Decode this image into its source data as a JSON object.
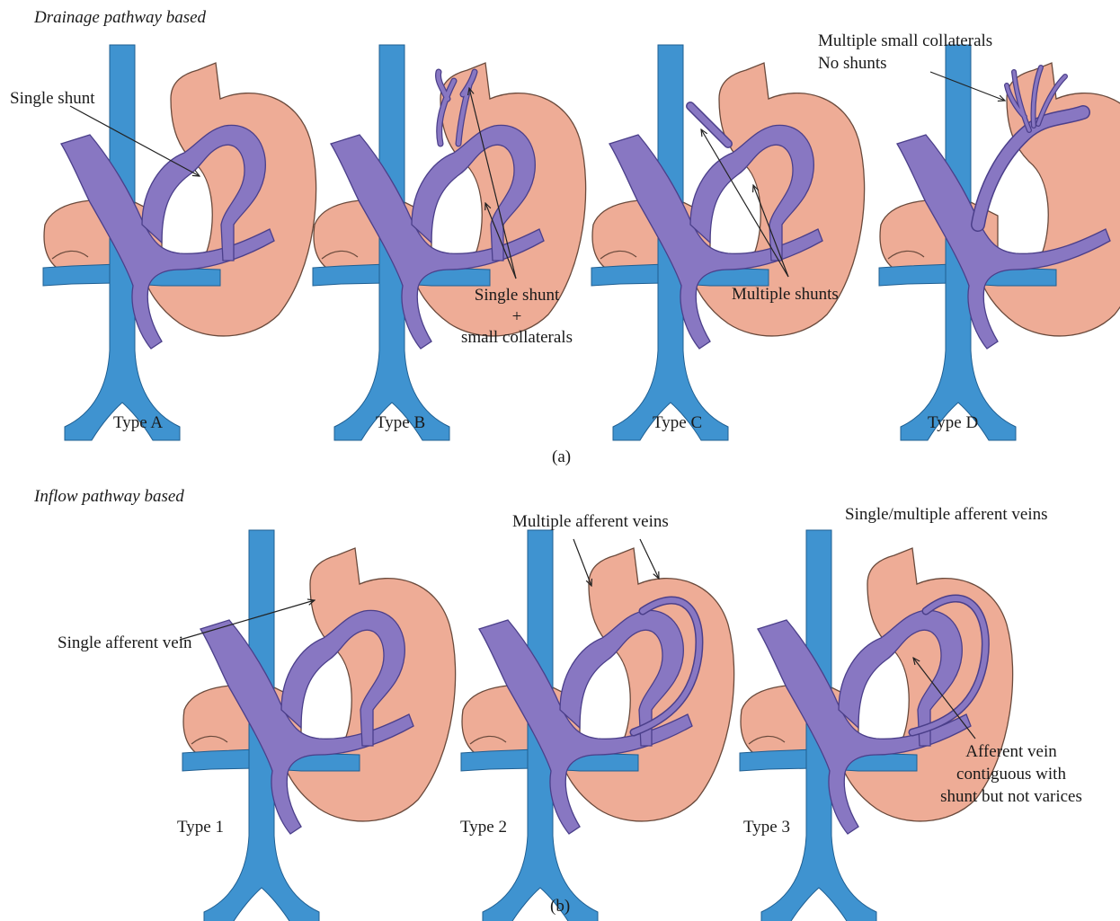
{
  "panel_a": {
    "heading": "Drainage pathway based",
    "caption": "(a)",
    "types": [
      "Type A",
      "Type B",
      "Type C",
      "Type D"
    ],
    "callouts": {
      "single_shunt": "Single shunt",
      "shunt_collaterals_1": "Single shunt",
      "shunt_collaterals_2": "+",
      "shunt_collaterals_3": "small collaterals",
      "multiple_shunts": "Multiple shunts",
      "collaterals_1": "Multiple small collaterals",
      "collaterals_2": "No shunts"
    }
  },
  "panel_b": {
    "heading": "Inflow pathway based",
    "caption": "(b)",
    "types": [
      "Type 1",
      "Type 2",
      "Type 3"
    ],
    "callouts": {
      "single_afferent": "Single afferent vein",
      "multiple_afferent": "Multiple afferent veins",
      "single_multiple_afferent": "Single/multiple afferent veins",
      "contiguous_1": "Afferent vein",
      "contiguous_2": "contiguous with",
      "contiguous_3": "shunt but not varices"
    }
  },
  "colors": {
    "vein_blue": "#3f93d0",
    "varix_purple": "#8877c2",
    "varix_outline": "#4b3f8a",
    "stomach": "#eeac96",
    "stomach_outline": "#6a4a3c"
  }
}
